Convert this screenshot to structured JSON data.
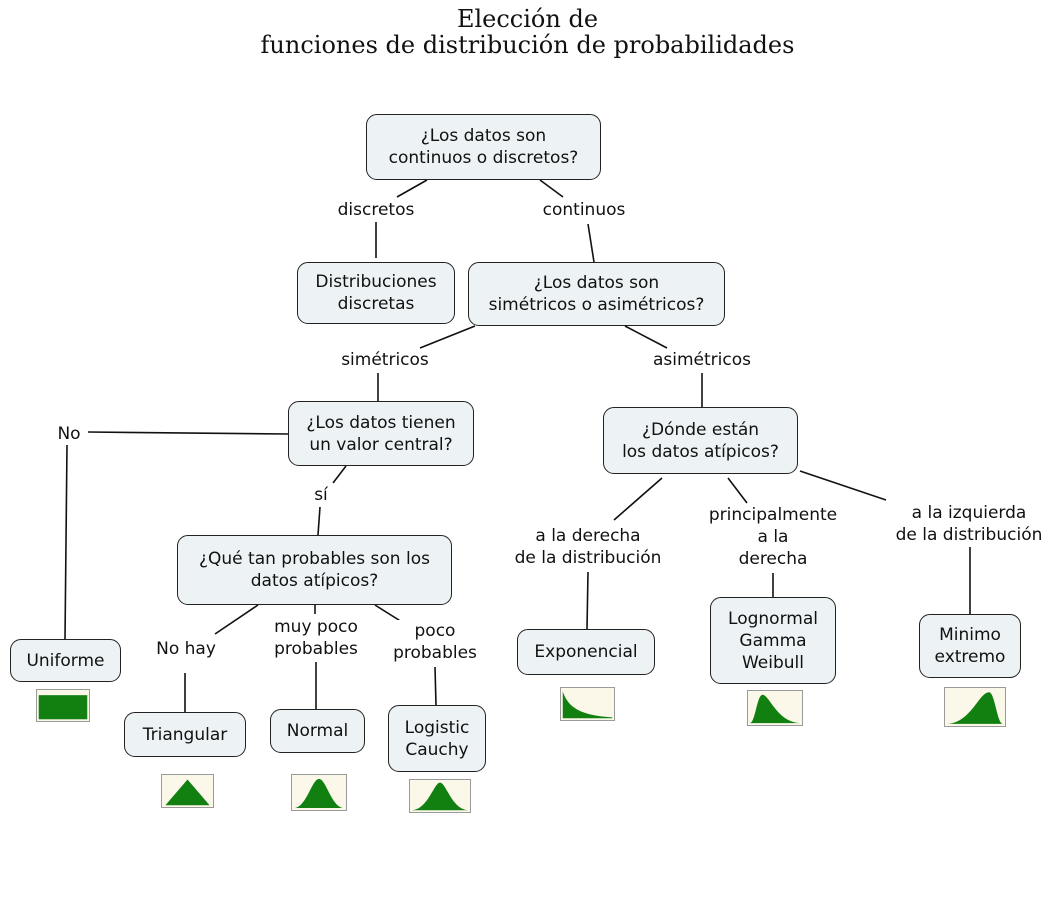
{
  "title": {
    "line1": "Elección de",
    "line2": "funciones de distribución de probabilidades"
  },
  "nodes": {
    "q_continuous": "¿Los datos son\ncontinuos o discretos?",
    "discrete": "Distribuciones\ndiscretas",
    "q_symmetric": "¿Los datos son\nsimétricos o asimétricos?",
    "q_central": "¿Los datos tienen\nun valor central?",
    "q_outliers_prob": "¿Qué tan probables son los\ndatos atípicos?",
    "q_outliers_where": "¿Dónde están\nlos datos atípicos?",
    "uniform": "Uniforme",
    "triangular": "Triangular",
    "normal": "Normal",
    "logistic": "Logistic\nCauchy",
    "exponential": "Exponencial",
    "lognormal": "Lognormal\nGamma\nWeibull",
    "min_extreme": "Minimo\nextremo"
  },
  "labels": {
    "discretos": "discretos",
    "continuos": "continuos",
    "simetricos": "simétricos",
    "asimetricos": "asimétricos",
    "no": "No",
    "si": "sí",
    "no_hay": "No hay",
    "muy_poco": "muy poco\nprobables",
    "poco": "poco\nprobables",
    "derecha_dist": "a la derecha\nde la distribución",
    "principalmente": "principalmente\na la\nderecha",
    "izquierda": "a la izquierda\nde la distribución"
  },
  "colors": {
    "fill": "#118011",
    "thumb_bg": "#fbf8ea"
  }
}
